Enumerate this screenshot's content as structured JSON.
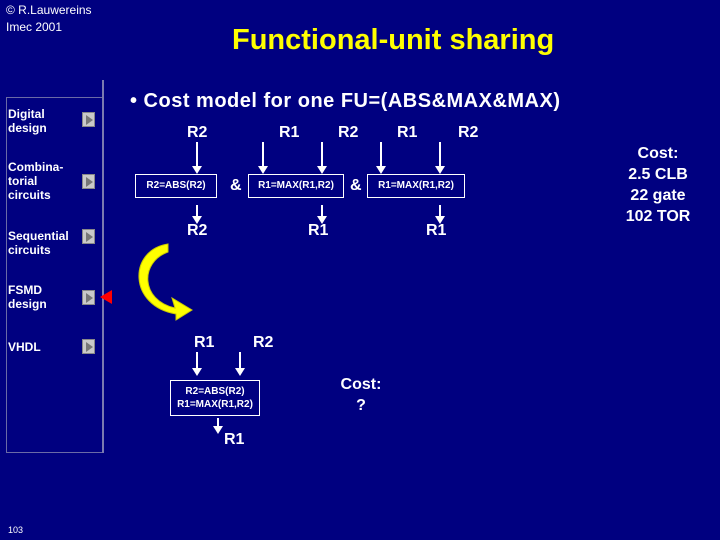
{
  "header": {
    "copyright_line1": "© R.Lauwereins",
    "copyright_line2": "Imec 2001",
    "title": "Functional-unit sharing"
  },
  "sidebar": {
    "items": [
      {
        "label_line1": "Digital",
        "label_line2": "design"
      },
      {
        "label_line1": "Combina-",
        "label_line2": "torial",
        "label_line3": "circuits"
      },
      {
        "label_line1": "Sequential",
        "label_line2": "circuits"
      },
      {
        "label_line1": "FSMD",
        "label_line2": "design"
      },
      {
        "label_line1": "VHDL"
      }
    ]
  },
  "main": {
    "bullet": "• Cost model for one FU=(ABS&MAX&MAX)",
    "top_inputs": [
      "R2",
      "R1",
      "R2",
      "R1",
      "R2"
    ],
    "ops": [
      "R2=ABS(R2)",
      "R1=MAX(R1,R2)",
      "R1=MAX(R1,R2)"
    ],
    "amp": "&",
    "top_outputs": [
      "R2",
      "R1",
      "R1"
    ],
    "cost_top": {
      "label": "Cost:",
      "line1": "2.5 CLB",
      "line2": "22 gate",
      "line3": "102 TOR"
    },
    "bottom_inputs": [
      "R1",
      "R2"
    ],
    "bottom_op_line1": "R2=ABS(R2)",
    "bottom_op_line2": "R1=MAX(R1,R2)",
    "bottom_output": "R1",
    "cost_bottom": {
      "label": "Cost:",
      "value": "?"
    }
  },
  "footer": {
    "page_number": "103"
  },
  "colors": {
    "background": "#000080",
    "title": "#ffff00",
    "arrow": "#ffff00",
    "marker": "#ff0000"
  }
}
